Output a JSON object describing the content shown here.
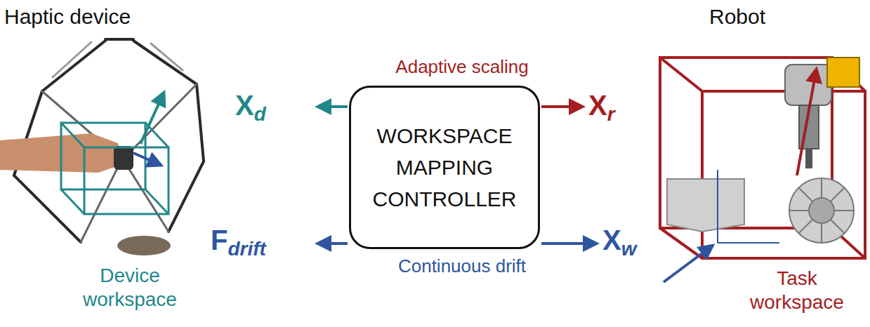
{
  "diagram": {
    "nodes": [
      {
        "text": [
          "WORKSPACE MAPPING CONTROLLER"
        ]
      }
    ],
    "labels": [
      "Haptic device",
      "Robot",
      "Adaptive scaling",
      "Xd",
      "Xr",
      "Fdrift",
      "Xw",
      "Continuous drift",
      "Device workspace",
      "Task workspace"
    ]
  }
}
